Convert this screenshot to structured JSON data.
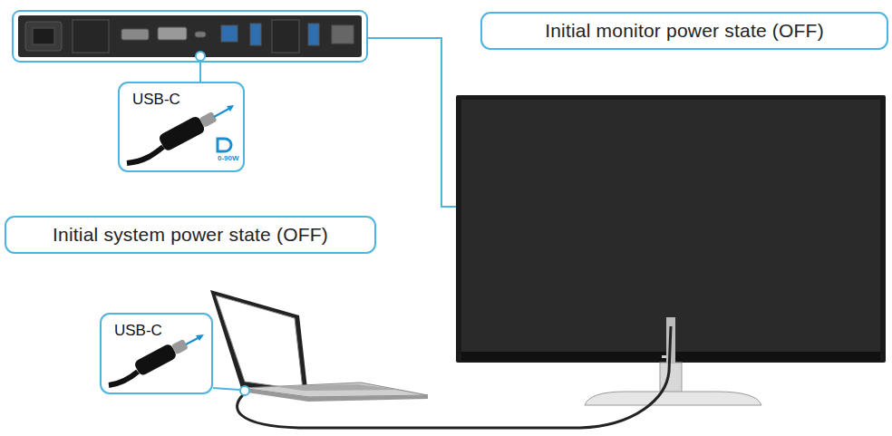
{
  "diagram": {
    "nodes": [
      {
        "text": [
          "Initial monitor power state (OFF)"
        ]
      },
      {
        "text": [
          "USB-C"
        ]
      },
      {
        "text": [
          "Initial system power state (OFF)"
        ]
      },
      {
        "text": [
          "USB-C"
        ]
      }
    ],
    "labels": [
      "0-90W"
    ]
  }
}
